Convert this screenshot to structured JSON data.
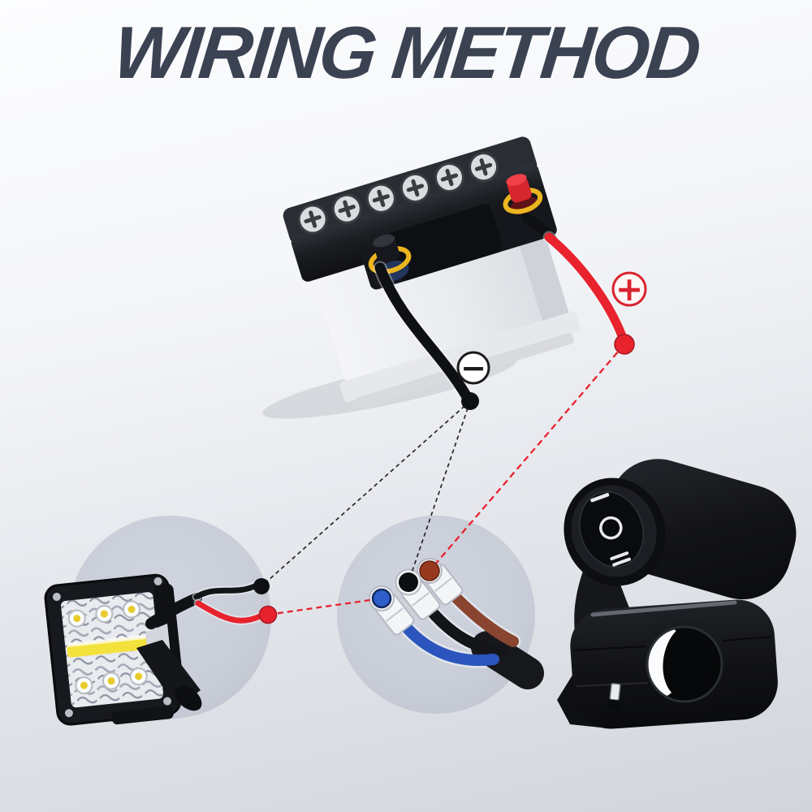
{
  "title": "WIRING METHOD",
  "badges": {
    "positive_symbol": "+",
    "negative_symbol": "−"
  },
  "colors": {
    "background_top": "#fcfdfe",
    "background_bottom": "#d2d5dc",
    "title_text": "#3b4252",
    "accent_red": "#e8232e",
    "wire_black": "#131418",
    "wire_blue": "#2b55bd",
    "wire_brown": "#8a4530",
    "terminal_ring_yellow": "#ecb51f",
    "inset_circle_fill": "#c9cdd7",
    "connector_metal": "#f4f5f7"
  },
  "diagram": {
    "battery": {
      "icon": "car-battery-icon",
      "terminals": [
        "positive",
        "negative"
      ]
    },
    "insets": [
      {
        "icon": "led-work-light-icon"
      },
      {
        "icon": "wire-terminal-connectors-icon",
        "terminal_colors": [
          "blue",
          "black",
          "brown"
        ]
      }
    ],
    "switch": {
      "icon": "handlebar-mount-switch-icon",
      "rocker_markings": [
        "−",
        "O",
        "="
      ]
    }
  }
}
